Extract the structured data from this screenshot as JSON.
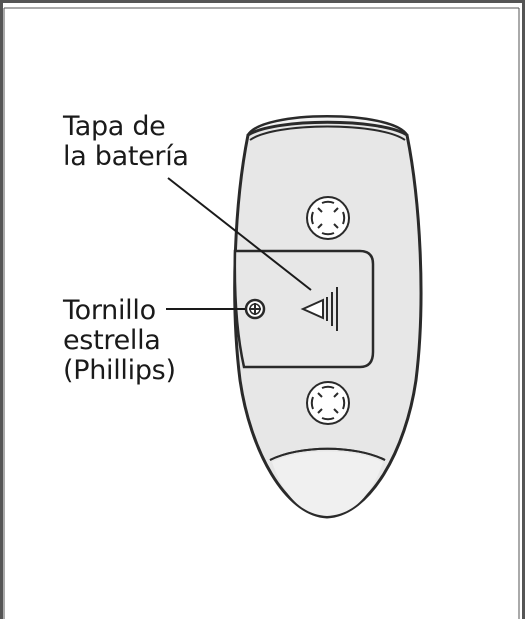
{
  "callouts": {
    "battery_cover": {
      "line1": "Tapa de",
      "line2": "la batería"
    },
    "screw": {
      "line1": "Tornillo",
      "line2": "estrella",
      "line3": "(Phillips)"
    }
  },
  "colors": {
    "border": "#555555",
    "device_body": "#e7e7e7",
    "device_outline": "#2a2a2a",
    "cap": "#f2f2f2",
    "text": "#1a1a1a"
  },
  "icons": {
    "eject_symbol": "battery-eject-icon",
    "screw": "phillips-screw-icon",
    "buttons": "cross-button-icon"
  }
}
